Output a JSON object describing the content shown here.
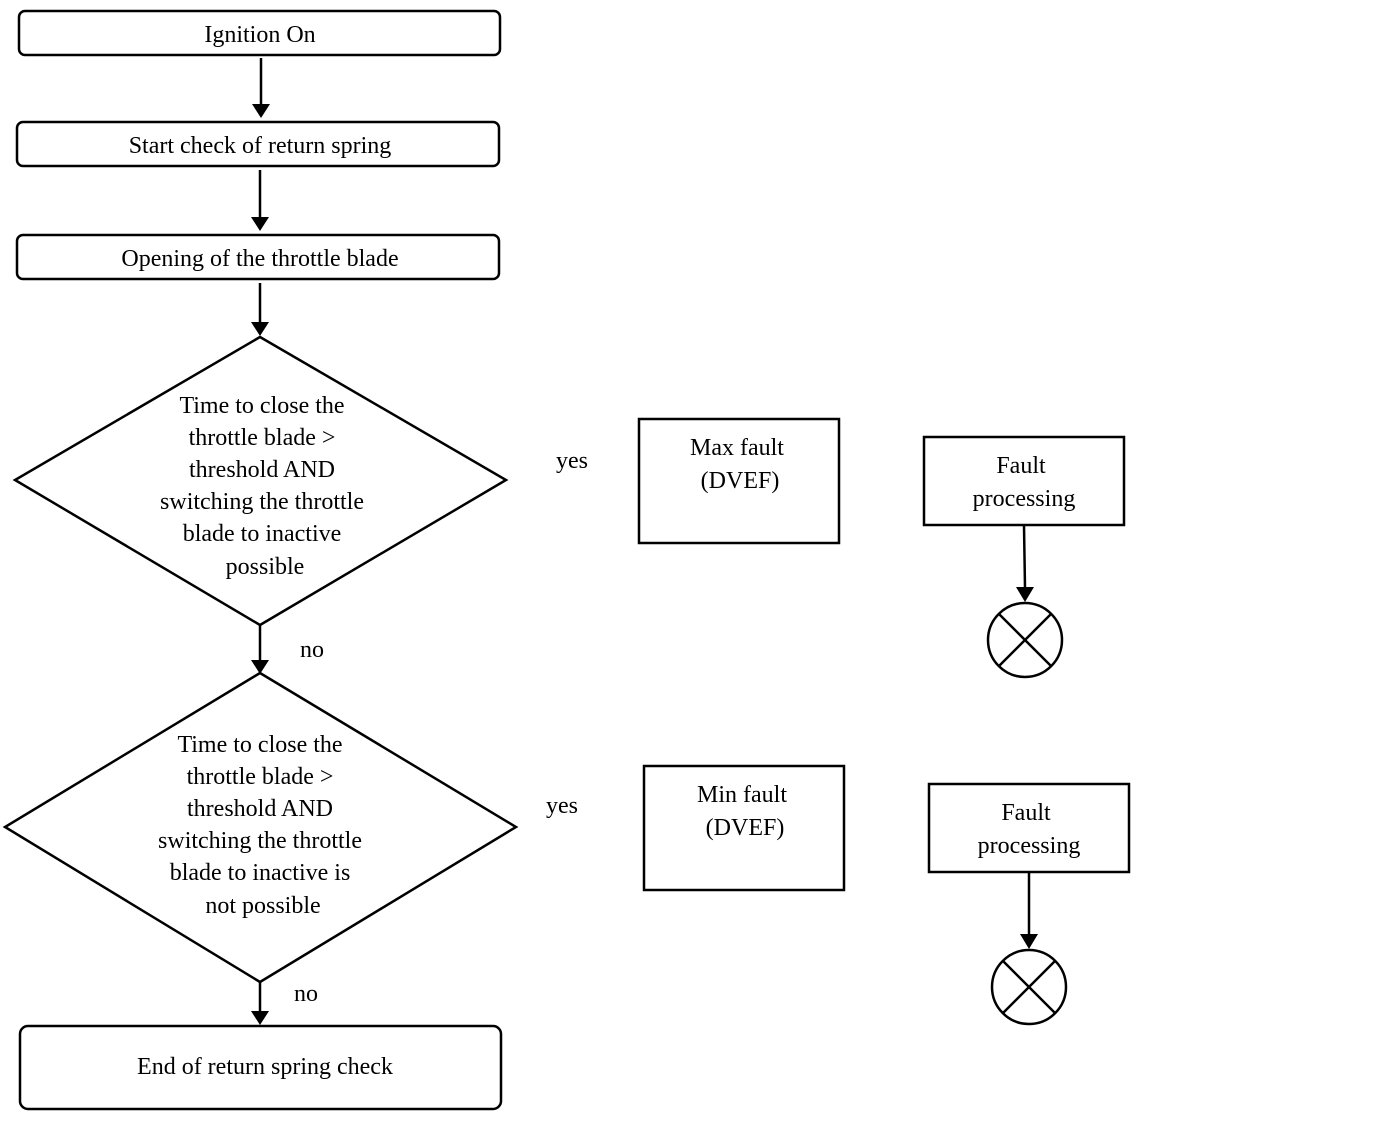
{
  "nodes": {
    "ignition_on": "Ignition On",
    "start_check": "Start check of return spring",
    "opening_blade": "Opening of the throttle blade",
    "decision_max": [
      "Time to close the",
      "throttle blade >",
      "threshold AND",
      "switching the throttle",
      "blade to inactive",
      "possible"
    ],
    "decision_min": [
      "Time to close the",
      "throttle blade >",
      "threshold AND",
      "switching the throttle",
      "blade to inactive is",
      "not possible"
    ],
    "end_check": "End of return spring check",
    "max_fault": [
      "Max fault",
      "(DVEF)"
    ],
    "min_fault": [
      "Min fault",
      "(DVEF)"
    ],
    "fault_processing_1": [
      "Fault",
      "processing"
    ],
    "fault_processing_2": [
      "Fault",
      "processing"
    ]
  },
  "edge_labels": {
    "decision_max_yes": "yes",
    "decision_max_no": "no",
    "decision_min_yes": "yes",
    "decision_min_no": "no"
  }
}
